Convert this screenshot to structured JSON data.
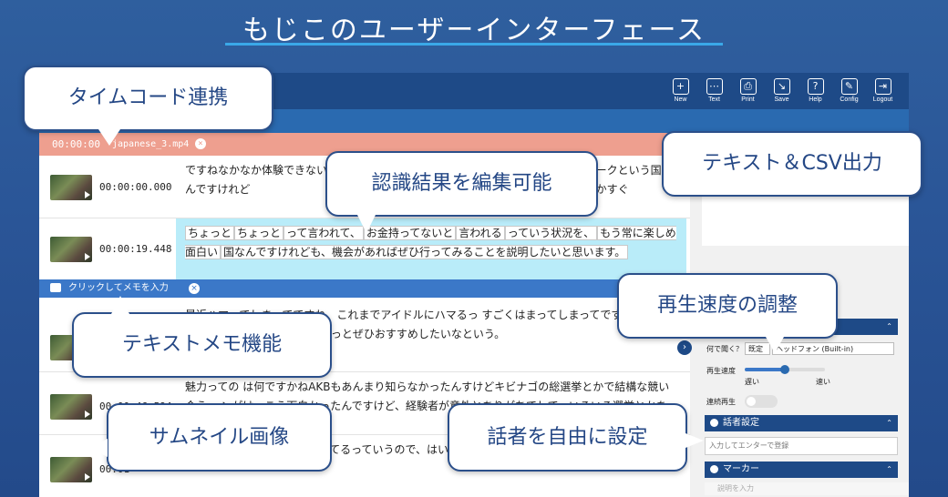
{
  "page": {
    "title": "もじこのユーザーインターフェース"
  },
  "toolbar": {
    "tools": [
      {
        "icon": "new-icon",
        "glyph": "+",
        "label": "New"
      },
      {
        "icon": "text-icon",
        "glyph": "⋯",
        "label": "Text"
      },
      {
        "icon": "print-icon",
        "glyph": "⎙",
        "label": "Print"
      },
      {
        "icon": "save-icon",
        "glyph": "↘",
        "label": "Save"
      },
      {
        "icon": "help-icon",
        "glyph": "?",
        "label": "Help"
      },
      {
        "icon": "config-icon",
        "glyph": "✎",
        "label": "Config"
      },
      {
        "icon": "logout-icon",
        "glyph": "⇥",
        "label": "Logout"
      }
    ]
  },
  "file": {
    "time": "00:00:00",
    "name": "japanese_3.mp4",
    "close": "×"
  },
  "rows": [
    {
      "time": "00:00:00.000",
      "text": "ですねなかなか体験できない 　　　　　　　　　　　　　　　　　　して、モザン ークという国なんですけれど 　　　　　　　　　　　　　　　の時思った繋 がウロウロしてたりとかすぐ"
    },
    {
      "time": "00:00:19.448",
      "segments": [
        "ちょっと",
        "ちょっと",
        "って言われて、",
        "お金持ってないと",
        "言われる",
        "っていう状況を、",
        "もう常に楽しめ面白い",
        "国なんですけれども、機会があればぜひ行ってみることを説明したいと思います。"
      ],
      "tag": "T"
    },
    {
      "time": "",
      "text": "最近ハマってしまってですね、これまでアイドルにハマるっ すごくはまってしまってですね先週末の土曜日を使い、丸一 のでちょっとぜひおすすめしたいなという。"
    },
    {
      "time": "00:00:46.594",
      "text": "魅力っての は何ですかねAKBもあんまり知らなかったんすけどキビナゴの総選挙とかで結構な競い合う ーンがけっこう面白かったんですけど、経験者が意外とありがちでして、いろいろ選挙とかをやって ていうのを"
    },
    {
      "time": "00:01",
      "text": "けど、なんか親のような まってるっていうので、はい。"
    }
  ],
  "memo": {
    "tag": "M",
    "label": "クリックしてメモを入力",
    "close": "×"
  },
  "panel": {
    "collapse": "›",
    "listen_label": "何で聞く？",
    "listen_default": "既定",
    "listen_device": "ヘッドフォン (Built-in)",
    "speed_label": "再生速度",
    "speed_slow": "遅い",
    "speed_fast": "速い",
    "speed_level": 0.5,
    "continuous_label": "連続再生",
    "speaker_header": "話者設定",
    "speaker_placeholder": "入力してエンターで登録",
    "marker_header": "マーカー",
    "marker_placeholder": "説明を入力",
    "chevron": "⌃"
  },
  "callouts": {
    "timecode": "タイムコード連携",
    "edit": "認識結果を編集可能",
    "export": "テキスト＆CSV出力",
    "speed": "再生速度の調整",
    "memo": "テキストメモ機能",
    "thumbnail": "サムネイル画像",
    "speaker": "話者を自由に設定"
  }
}
